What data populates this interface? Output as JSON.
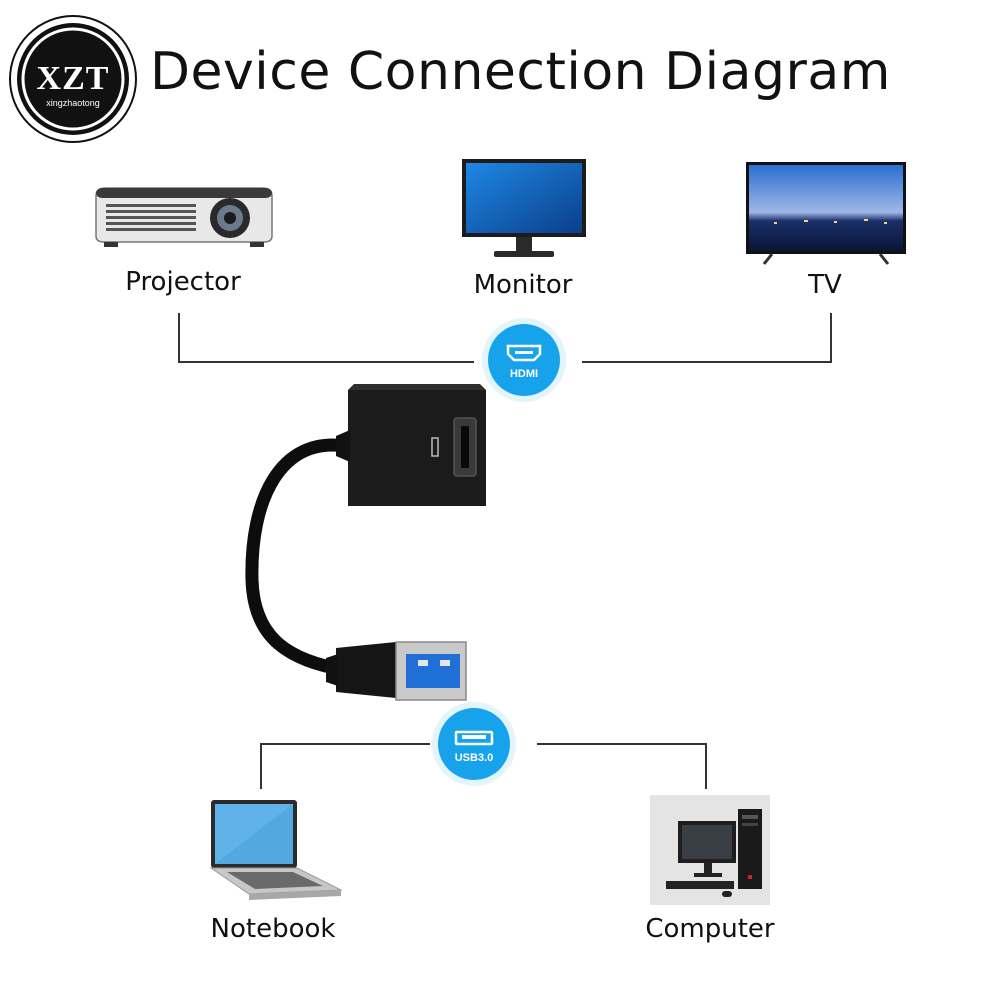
{
  "logo": {
    "mark": "XZT",
    "subtitle": "xingzhaotong"
  },
  "title": "Device Connection Diagram",
  "output_devices": [
    {
      "label": "Projector",
      "icon": "projector-icon"
    },
    {
      "label": "Monitor",
      "icon": "monitor-icon"
    },
    {
      "label": "TV",
      "icon": "tv-icon"
    }
  ],
  "input_devices": [
    {
      "label": "Notebook",
      "icon": "laptop-icon"
    },
    {
      "label": "Computer",
      "icon": "desktop-computer-icon"
    }
  ],
  "connectors": {
    "hdmi": {
      "label": "HDMI",
      "icon": "hdmi-port-icon"
    },
    "usb": {
      "label": "USB3.0",
      "icon": "usb-port-icon"
    }
  },
  "adapter": {
    "icon": "usb-to-hdmi-adapter-icon"
  },
  "colors": {
    "accent": "#16a3ec",
    "usb_blue": "#1f6fd6",
    "text": "#111111",
    "line": "#333333"
  }
}
